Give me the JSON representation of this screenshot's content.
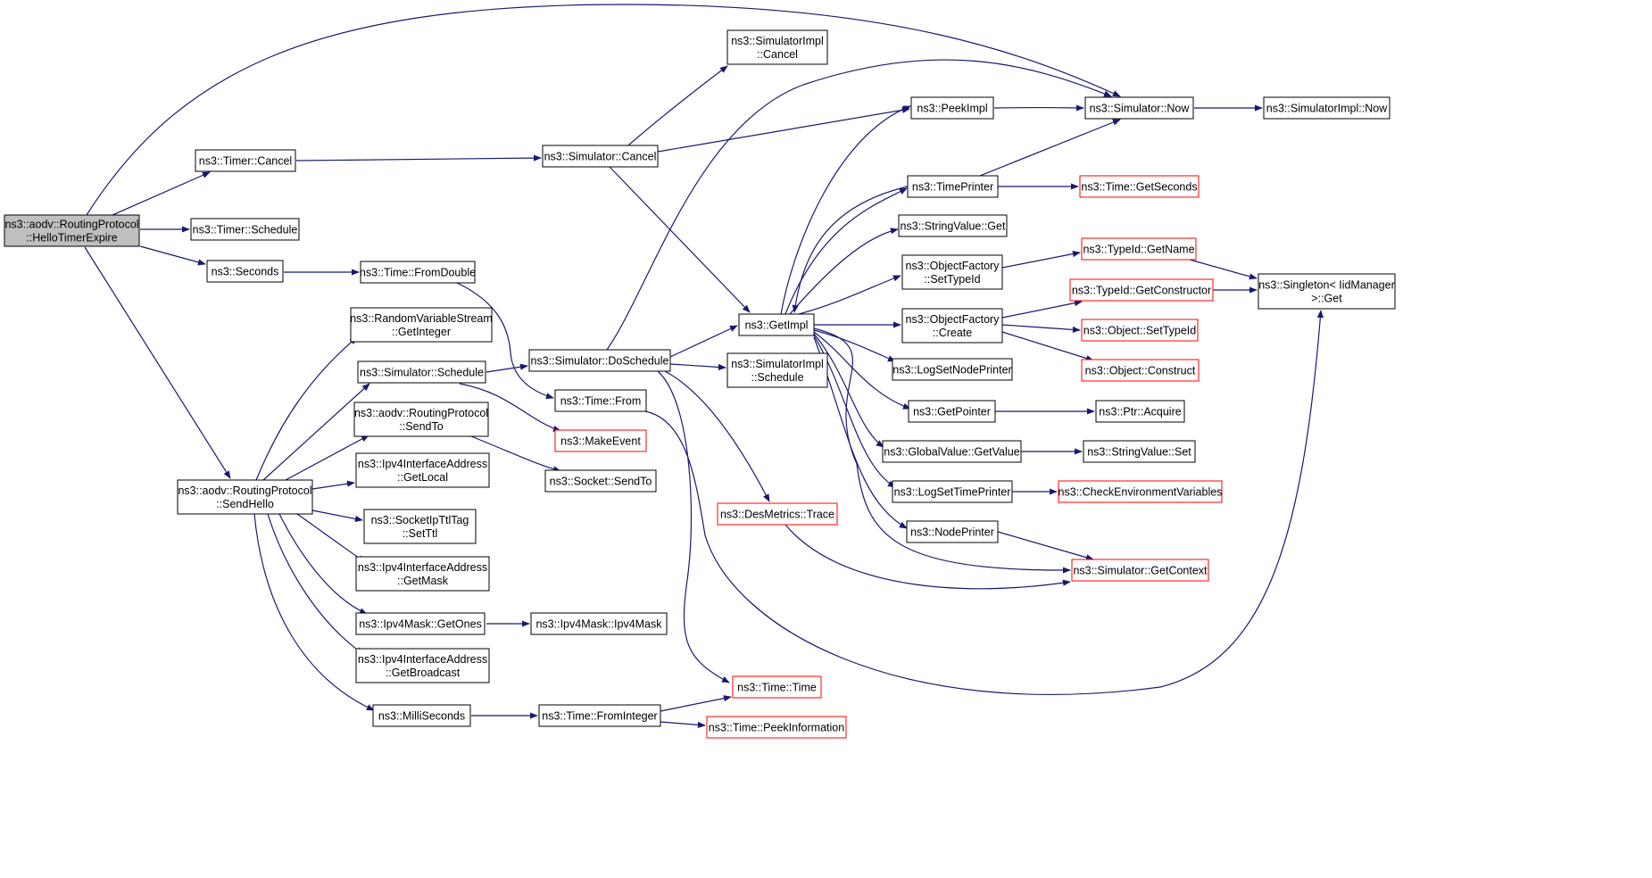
{
  "colors": {
    "edge": "#191970",
    "border": "#000000",
    "undocumented_border": "#ff0000",
    "root_fill": "#bfbfbf"
  },
  "nodes": [
    {
      "id": "root",
      "lines": [
        "ns3::aodv::RoutingProtocol",
        "::HelloTimerExpire"
      ]
    },
    {
      "id": "timer_cancel",
      "lines": [
        "ns3::Timer::Cancel"
      ]
    },
    {
      "id": "timer_schedule",
      "lines": [
        "ns3::Timer::Schedule"
      ]
    },
    {
      "id": "seconds",
      "lines": [
        "ns3::Seconds"
      ]
    },
    {
      "id": "send_hello",
      "lines": [
        "ns3::aodv::RoutingProtocol",
        "::SendHello"
      ]
    },
    {
      "id": "sim_cancel",
      "lines": [
        "ns3::Simulator::Cancel"
      ]
    },
    {
      "id": "time_fromdouble",
      "lines": [
        "ns3::Time::FromDouble"
      ]
    },
    {
      "id": "rvs_getinteger",
      "lines": [
        "ns3::RandomVariableStream",
        "::GetInteger"
      ]
    },
    {
      "id": "sim_schedule",
      "lines": [
        "ns3::Simulator::Schedule"
      ]
    },
    {
      "id": "aodv_sendto",
      "lines": [
        "ns3::aodv::RoutingProtocol",
        "::SendTo"
      ]
    },
    {
      "id": "ipv4ia_getlocal",
      "lines": [
        "ns3::Ipv4InterfaceAddress",
        "::GetLocal"
      ]
    },
    {
      "id": "socket_ipttl",
      "lines": [
        "ns3::SocketIpTtlTag",
        "::SetTtl"
      ]
    },
    {
      "id": "ipv4ia_getmask",
      "lines": [
        "ns3::Ipv4InterfaceAddress",
        "::GetMask"
      ]
    },
    {
      "id": "ipv4mask_getones",
      "lines": [
        "ns3::Ipv4Mask::GetOnes"
      ]
    },
    {
      "id": "ipv4ia_getbroadcast",
      "lines": [
        "ns3::Ipv4InterfaceAddress",
        "::GetBroadcast"
      ]
    },
    {
      "id": "milliseconds",
      "lines": [
        "ns3::MilliSeconds"
      ]
    },
    {
      "id": "simimpl_cancel",
      "lines": [
        "ns3::SimulatorImpl",
        "::Cancel"
      ]
    },
    {
      "id": "sim_doschedule",
      "lines": [
        "ns3::Simulator::DoSchedule"
      ]
    },
    {
      "id": "time_from",
      "lines": [
        "ns3::Time::From"
      ]
    },
    {
      "id": "makeevent",
      "lines": [
        "ns3::MakeEvent"
      ],
      "red": true
    },
    {
      "id": "socket_sendto",
      "lines": [
        "ns3::Socket::SendTo"
      ]
    },
    {
      "id": "ipv4mask_ipv4mask",
      "lines": [
        "ns3::Ipv4Mask::Ipv4Mask"
      ]
    },
    {
      "id": "time_frominteger",
      "lines": [
        "ns3::Time::FromInteger"
      ]
    },
    {
      "id": "getimpl",
      "lines": [
        "ns3::GetImpl"
      ]
    },
    {
      "id": "simimpl_schedule",
      "lines": [
        "ns3::SimulatorImpl",
        "::Schedule"
      ]
    },
    {
      "id": "desmetrics_trace",
      "lines": [
        "ns3::DesMetrics::Trace"
      ],
      "red": true
    },
    {
      "id": "time_time",
      "lines": [
        "ns3::Time::Time"
      ],
      "red": true
    },
    {
      "id": "time_peekinfo",
      "lines": [
        "ns3::Time::PeekInformation"
      ],
      "red": true
    },
    {
      "id": "peekimpl",
      "lines": [
        "ns3::PeekImpl"
      ]
    },
    {
      "id": "timeprinter",
      "lines": [
        "ns3::TimePrinter"
      ]
    },
    {
      "id": "stringvalue_get",
      "lines": [
        "ns3::StringValue::Get"
      ]
    },
    {
      "id": "objfactory_settypeid",
      "lines": [
        "ns3::ObjectFactory",
        "::SetTypeId"
      ]
    },
    {
      "id": "objfactory_create",
      "lines": [
        "ns3::ObjectFactory",
        "::Create"
      ]
    },
    {
      "id": "logsetnodeprinter",
      "lines": [
        "ns3::LogSetNodePrinter"
      ]
    },
    {
      "id": "getpointer",
      "lines": [
        "ns3::GetPointer"
      ]
    },
    {
      "id": "globalvalue_getvalue",
      "lines": [
        "ns3::GlobalValue::GetValue"
      ]
    },
    {
      "id": "logsettimeprinter",
      "lines": [
        "ns3::LogSetTimePrinter"
      ]
    },
    {
      "id": "nodeprinter",
      "lines": [
        "ns3::NodePrinter"
      ]
    },
    {
      "id": "sim_now",
      "lines": [
        "ns3::Simulator::Now"
      ]
    },
    {
      "id": "simimpl_now",
      "lines": [
        "ns3::SimulatorImpl::Now"
      ]
    },
    {
      "id": "time_getseconds",
      "lines": [
        "ns3::Time::GetSeconds"
      ],
      "red": true
    },
    {
      "id": "typeid_getname",
      "lines": [
        "ns3::TypeId::GetName"
      ],
      "red": true
    },
    {
      "id": "typeid_getconstructor",
      "lines": [
        "ns3::TypeId::GetConstructor"
      ],
      "red": true
    },
    {
      "id": "object_settypeid",
      "lines": [
        "ns3::Object::SetTypeId"
      ],
      "red": true
    },
    {
      "id": "object_construct",
      "lines": [
        "ns3::Object::Construct"
      ],
      "red": true
    },
    {
      "id": "ptr_acquire",
      "lines": [
        "ns3::Ptr::Acquire"
      ]
    },
    {
      "id": "stringvalue_set",
      "lines": [
        "ns3::StringValue::Set"
      ]
    },
    {
      "id": "checkenvvars",
      "lines": [
        "ns3::CheckEnvironmentVariables"
      ],
      "red": true
    },
    {
      "id": "sim_getcontext",
      "lines": [
        "ns3::Simulator::GetContext"
      ],
      "red": true
    },
    {
      "id": "singleton_get",
      "lines": [
        "ns3::Singleton< IidManager",
        ">::Get"
      ]
    }
  ]
}
